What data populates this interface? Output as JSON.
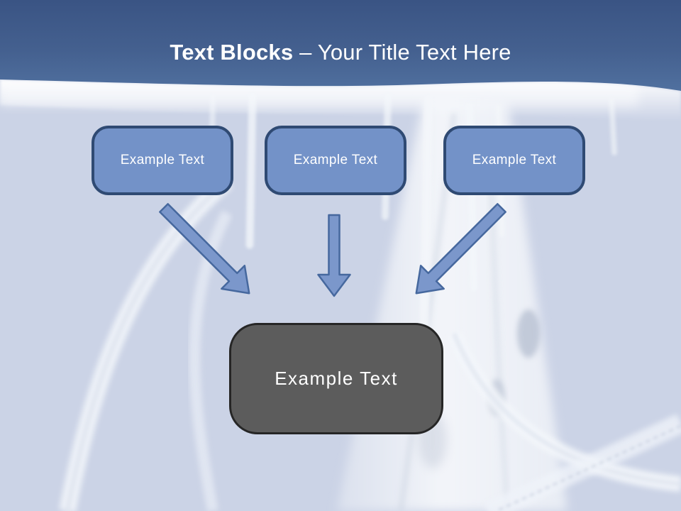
{
  "slide": {
    "title": {
      "bold": "Text Blocks",
      "rest": " – Your Title Text Here"
    },
    "blocks": [
      {
        "label": "Example Text"
      },
      {
        "label": "Example Text"
      },
      {
        "label": "Example Text"
      }
    ],
    "result": {
      "label": "Example Text"
    },
    "arrows": [
      {
        "name": "down-right-arrow"
      },
      {
        "name": "down-arrow"
      },
      {
        "name": "down-left-arrow"
      }
    ],
    "colors": {
      "header_top": "#3a5484",
      "header_bottom": "#50709f",
      "background": "#cbd3e6",
      "block_fill": "#7392c8",
      "block_border": "#2f4a73",
      "arrow_fill": "#7b97cb",
      "arrow_border": "#46689e",
      "result_fill": "#5c5c5c",
      "result_border": "#262626",
      "title_text": "#ffffff",
      "block_text": "#ffffff"
    }
  }
}
